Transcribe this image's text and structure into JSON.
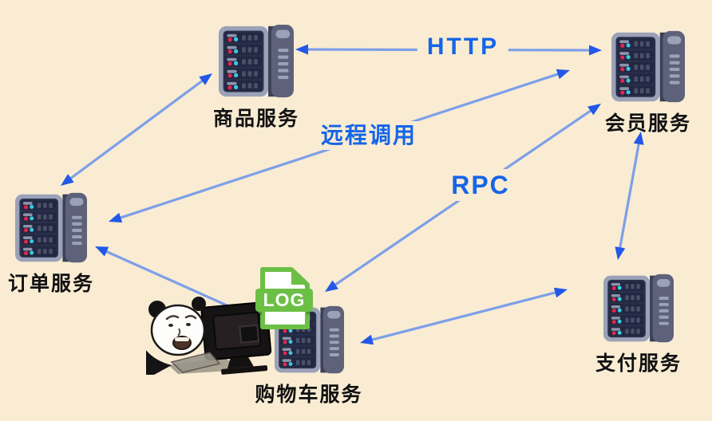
{
  "colors": {
    "background": "#f9ecd3",
    "arrow_line": "#7d9fe9",
    "arrow_head": "#2257e8",
    "edge_label_blue": "#1565e8",
    "log_green": "#6cbf45",
    "server_dark": "#2a2f4a",
    "server_light": "#9ba1b7",
    "led_red": "#e8234e",
    "led_cyan": "#38cbe2"
  },
  "nodes": {
    "product": {
      "label": "商品服务"
    },
    "member": {
      "label": "会员服务"
    },
    "order": {
      "label": "订单服务"
    },
    "cart": {
      "label": "购物车服务"
    },
    "payment": {
      "label": "支付服务"
    }
  },
  "edges": {
    "http": {
      "label": "HTTP"
    },
    "remote_call": {
      "label": "远程调用"
    },
    "rpc": {
      "label": "RPC"
    }
  },
  "log_badge": {
    "label": "LOG"
  },
  "icons": [
    "server-icon",
    "log-file-icon",
    "panda-meme-image",
    "monitor-icon"
  ]
}
